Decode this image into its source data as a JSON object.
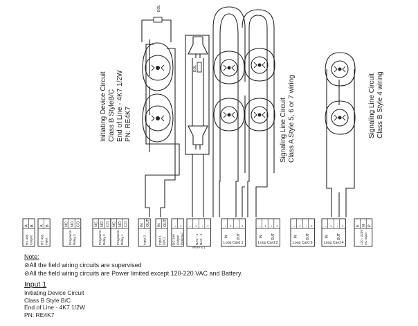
{
  "labels": {
    "eol_top": "EOL",
    "eol_nac": "EOL",
    "idc_title": [
      "Initiating Device Circuit",
      "Class B StyleB/C",
      "End of Line - 4K7 1/2W",
      "PN: RE4K7"
    ],
    "sig_a_title": [
      "Signaling Line Circuit",
      "Class A Style 5, 6 or 7 wiring"
    ],
    "sig_b_title": [
      "Signaling Line Circuit",
      "Class B Style 4 wiring"
    ],
    "amps": "1.5 Amps"
  },
  "terminal_groups": [
    {
      "terms": [
        "A",
        "B"
      ],
      "caption": [
        "RS 485",
        "Output"
      ]
    },
    {
      "terms": [
        "A",
        "B"
      ],
      "caption": [
        "RS 485",
        "Input"
      ]
    },
    {
      "terms": [
        "NC",
        "NO",
        "CO"
      ],
      "caption": [
        "Programm.",
        "Relay 3"
      ]
    },
    {
      "terms": [
        "NC",
        "NO",
        "CO"
      ],
      "caption": [
        "Programm.",
        "Relay 2"
      ]
    },
    {
      "terms": [
        "NC",
        "NO",
        "CO"
      ],
      "caption": [
        "Programm.",
        "Relay 1"
      ]
    },
    {
      "terms": [
        "IN",
        "OUT"
      ],
      "caption": [
        "Input 2"
      ]
    },
    {
      "terms": [
        "IN",
        "OUT"
      ],
      "caption": [
        "Input 1",
        "(IDC)"
      ]
    },
    {
      "terms": [
        "-",
        "+"
      ],
      "caption": [
        "DC 24V",
        "Output",
        "(500mA)"
      ]
    },
    {
      "terms": [
        "-",
        "+",
        "-",
        "+"
      ],
      "caption": [
        "NAC - 1",
        "NAC - 2"
      ]
    },
    {
      "terms": [
        "-",
        "+",
        "-",
        "+"
      ],
      "caption": [
        "Loop Card 1"
      ],
      "sub": [
        "IN",
        "OUT"
      ]
    },
    {
      "terms": [
        "-",
        "+",
        "-",
        "+"
      ],
      "caption": [
        "Loop Card 2"
      ],
      "sub": [
        "IN",
        "OUT"
      ]
    },
    {
      "terms": [
        "-",
        "+",
        "-",
        "+"
      ],
      "caption": [
        "Loop Card 3"
      ],
      "sub": [
        "IN",
        "OUT"
      ]
    },
    {
      "terms": [
        "-",
        "+",
        "-",
        "+"
      ],
      "caption": [
        "Loop Card 4"
      ],
      "sub": [
        "IN",
        "OUT"
      ]
    },
    {
      "terms": [
        "E",
        "N",
        "P"
      ],
      "caption": [
        "120 - 220V",
        "AC Input"
      ]
    }
  ],
  "notes": {
    "title": "Note:",
    "lines": [
      "⊘All the field wiring circuits are supervised",
      "⊘All the field wiring circuits are Power limited except 120-220 VAC and Battery."
    ]
  },
  "input1": {
    "title": "Input 1",
    "lines": [
      "Initiating Device Circuit",
      "Class B Style B/C",
      "End of Line  - 4K7 1/2W",
      "PN: RE4K7"
    ]
  }
}
